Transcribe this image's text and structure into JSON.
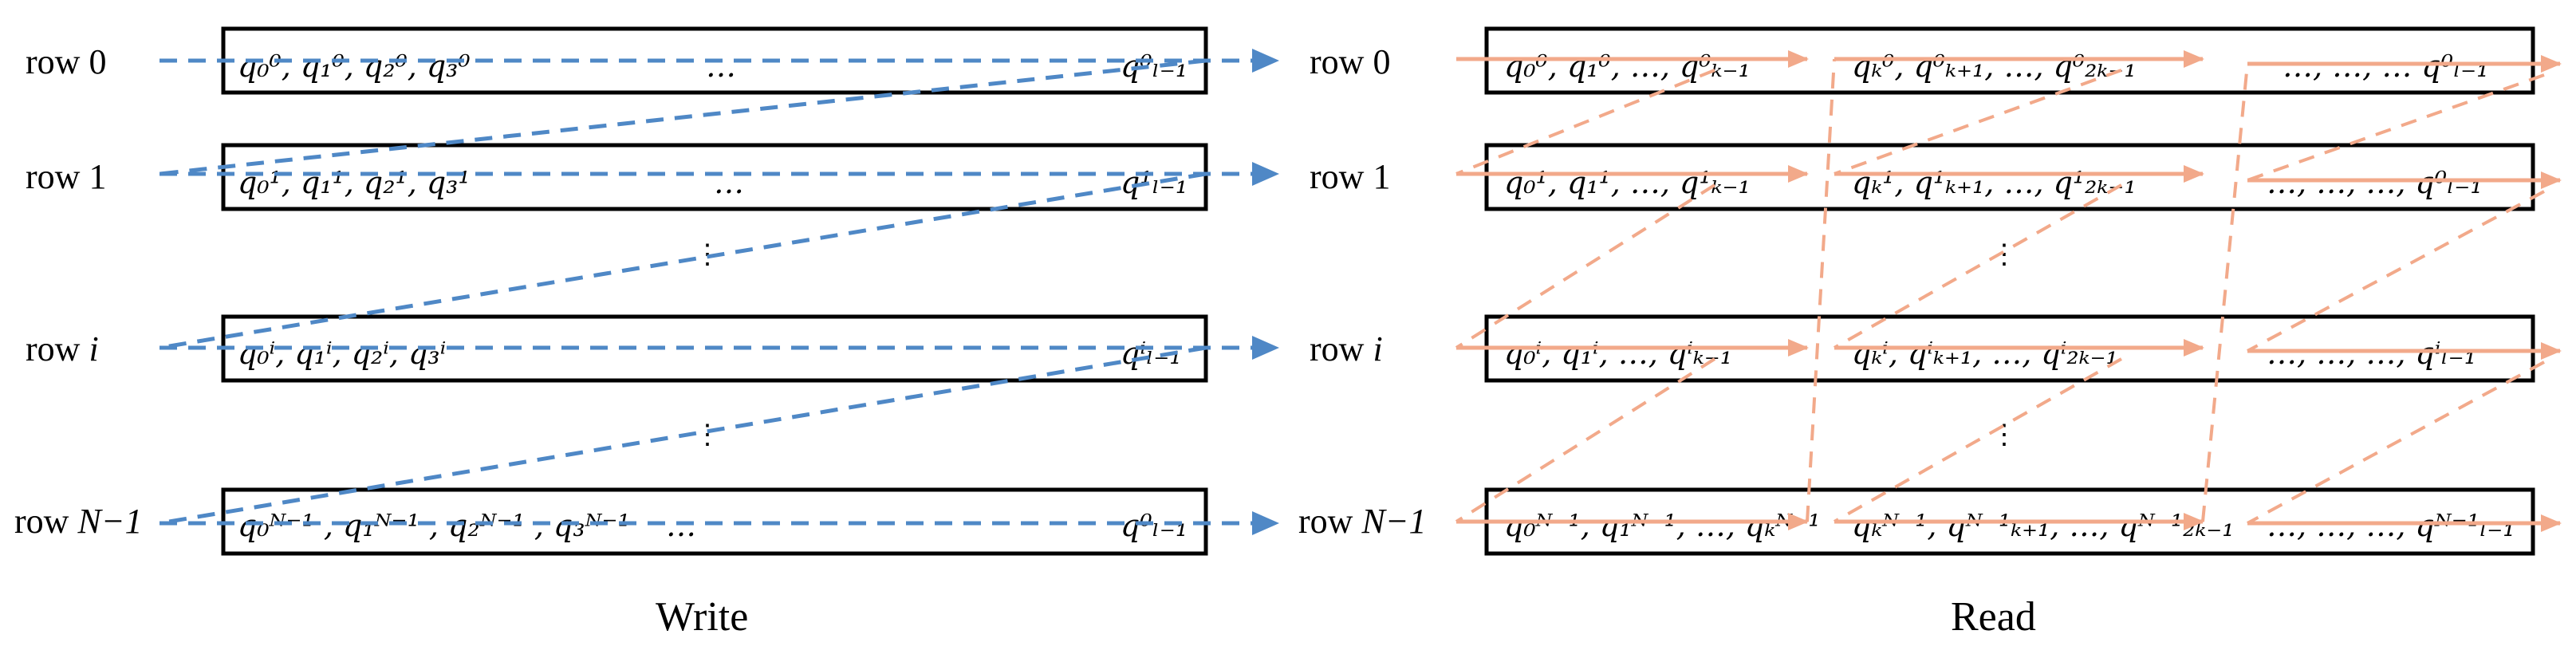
{
  "captions": {
    "write": "Write",
    "read": "Read"
  },
  "row_labels": {
    "r0": {
      "word": "row",
      "idx": "0"
    },
    "r1": {
      "word": "row",
      "idx": "1"
    },
    "ri": {
      "word": "row",
      "idx": "i"
    },
    "rn": {
      "word": "row",
      "idx": "N−1"
    }
  },
  "write_rows": {
    "r0": {
      "s1": "q₀⁰, q₁⁰, q₂⁰, q₃⁰",
      "mid": "…",
      "last": "q⁰ₗ₋₁"
    },
    "r1": {
      "s1": "q₀¹, q₁¹, q₂¹, q₃¹",
      "mid": "…",
      "last": "q¹ₗ₋₁"
    },
    "ri": {
      "s1": "q₀ⁱ, q₁ⁱ, q₂ⁱ, q₃ⁱ",
      "mid": "",
      "last": "qⁱₗ₋₁"
    },
    "rn": {
      "s1": "q₀ᴺ⁻¹ , q₁ᴺ⁻¹ , q₂ᴺ⁻¹ , q₃ᴺ⁻¹",
      "mid": "…",
      "last": "q⁰ₗ₋₁"
    }
  },
  "read_rows": {
    "r0": {
      "s1": "q₀⁰, q₁⁰, …, q⁰ₖ₋₁",
      "s2": "qₖ⁰, q⁰ₖ₊₁, …, q⁰₂ₖ₋₁",
      "s3": "…, …, … q⁰ₗ₋₁"
    },
    "r1": {
      "s1": "q₀¹, q₁¹, …, q¹ₖ₋₁",
      "s2": "qₖ¹, q¹ₖ₊₁, …, q¹₂ₖ₋₁",
      "s3": "…, …, …, q⁰ₗ₋₁"
    },
    "ri": {
      "s1": "q₀ⁱ, q₁ⁱ, …, qⁱₖ₋₁",
      "s2": "qₖⁱ, qⁱₖ₊₁, …, qⁱ₂ₖ₋₁",
      "s3": "…, …, …, qⁱₗ₋₁"
    },
    "rn": {
      "s1": "q₀ᴺ⁻¹, q₁ᴺ⁻¹, …, qₖᴺ⁻¹",
      "s2": "qₖᴺ⁻¹, qᴺ⁻¹ₖ₊₁, …, qᴺ⁻¹₂ₖ₋₁",
      "s3": "…, …, …, qᴺ⁻¹ₗ₋₁"
    }
  },
  "ellipsis_vertical": "⋮",
  "colors": {
    "write_arrows": "#4f88c6",
    "read_arrows": "#f2a98a"
  }
}
